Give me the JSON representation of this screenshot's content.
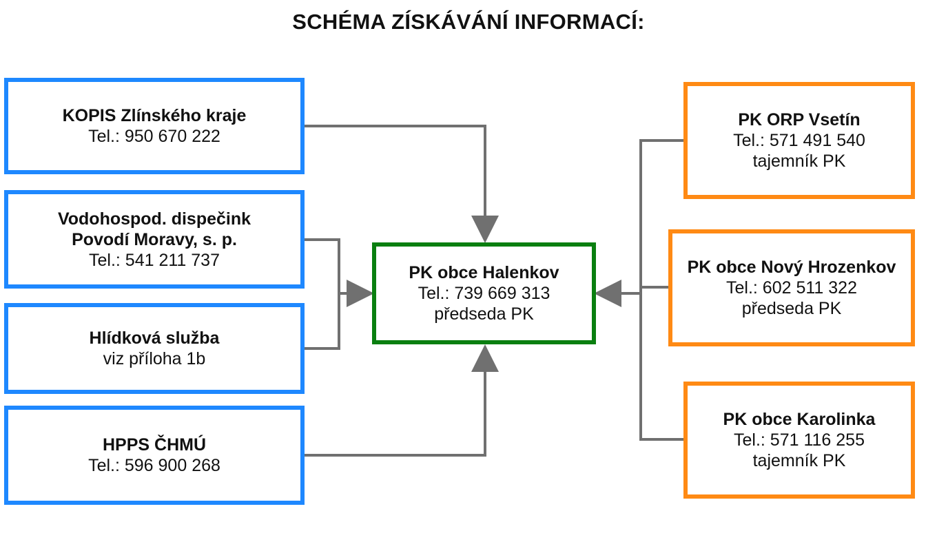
{
  "title": "SCHÉMA ZÍSKÁVÁNÍ INFORMACÍ:",
  "colors": {
    "blue_border": "#1e88ff",
    "green_border": "#0a7f10",
    "orange_border": "#ff8a14",
    "connector": "#707070"
  },
  "left_sources": [
    {
      "name": "KOPIS Zlínského kraje",
      "line1": "Tel.: 950 670 222"
    },
    {
      "name_line1": "Vodohospod. dispečink",
      "name_line2": "Povodí Moravy, s. p.",
      "line1": "Tel.: 541 211 737"
    },
    {
      "name": "Hlídková služba",
      "line1": "viz příloha 1b"
    },
    {
      "name": "HPPS ČHMÚ",
      "line1": "Tel.: 596 900 268"
    }
  ],
  "center": {
    "name": "PK obce Halenkov",
    "line1": "Tel.: 739 669 313",
    "line2": "předseda PK"
  },
  "right_sources": [
    {
      "name": "PK ORP Vsetín",
      "line1": "Tel.: 571 491 540",
      "line2": "tajemník PK"
    },
    {
      "name": "PK obce Nový Hrozenkov",
      "line1": "Tel.: 602 511 322",
      "line2": "předseda PK"
    },
    {
      "name": "PK obce Karolinka",
      "line1": "Tel.: 571 116 255",
      "line2": "tajemník PK"
    }
  ]
}
